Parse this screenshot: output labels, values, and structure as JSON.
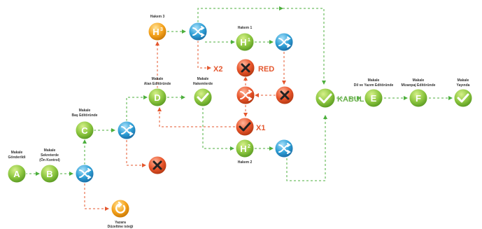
{
  "colors": {
    "green_arrow": "#4caf3c",
    "red_arrow": "#e4572e",
    "green_node": "#8cc63f",
    "blue_node": "#2e9fd6",
    "red_node": "#e8542a",
    "orange_node": "#f5a21b",
    "label_green": "#6ab04c",
    "label_red": "#e4572e"
  },
  "nodes": {
    "a": {
      "letter": "A",
      "label1": "Makale",
      "label2": "Gönderildi"
    },
    "b": {
      "letter": "B",
      "label1": "Makale",
      "label2": "Sekreterde",
      "label3": "(Ön Kontrol)"
    },
    "c": {
      "letter": "C",
      "label1": "Makale",
      "label2": "Baş Editöründe"
    },
    "d": {
      "letter": "D",
      "label1": "Makale",
      "label2": "Alan Editöründe"
    },
    "e": {
      "letter": "E",
      "label1": "Makale",
      "label2": "Dil ve Yazım Editöründe"
    },
    "f": {
      "letter": "F",
      "label1": "Makale",
      "label2": "Mizanpaj Editöründe"
    },
    "h1": {
      "letter": "H",
      "sup": "1",
      "label1": "Hakem 1"
    },
    "h2": {
      "letter": "H",
      "sup": "2",
      "label1": "Hakem 2"
    },
    "h3": {
      "letter": "H",
      "sup": "3",
      "label1": "Hakem 3"
    },
    "hakemlerde": {
      "label1": "Makale",
      "label2": "Hakemlerde"
    },
    "yayinda": {
      "label1": "Makale",
      "label2": "Yayında"
    },
    "yazar": {
      "label1": "Yazara",
      "label2": "Düzeltme isteği"
    }
  },
  "decisions": {
    "kabul": "KABUL",
    "red": "RED",
    "x1": "X1",
    "x2": "X2"
  }
}
